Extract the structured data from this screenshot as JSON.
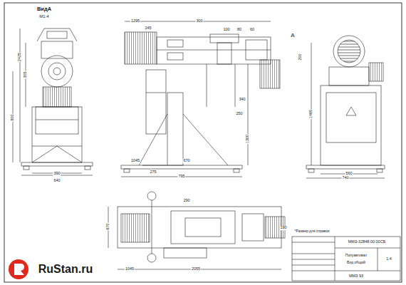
{
  "diagram": {
    "labels": [
      "ВидА",
      "М1:4",
      "640",
      "390",
      "2425",
      "800",
      "305",
      "1295",
      "245",
      "300",
      "100",
      "80",
      "60",
      "1045",
      "670",
      "795",
      "275",
      "340",
      "250",
      "1300",
      "A",
      "740",
      "560",
      "1465",
      "200",
      "290",
      "670",
      "1045",
      "2055",
      "190",
      "*Размер для справок",
      "ММЗ-32848.00.00СБ",
      "Полуавтомат",
      "Вид общий",
      "1:4",
      "ММЗ 93",
      "RuStan.ru"
    ]
  }
}
